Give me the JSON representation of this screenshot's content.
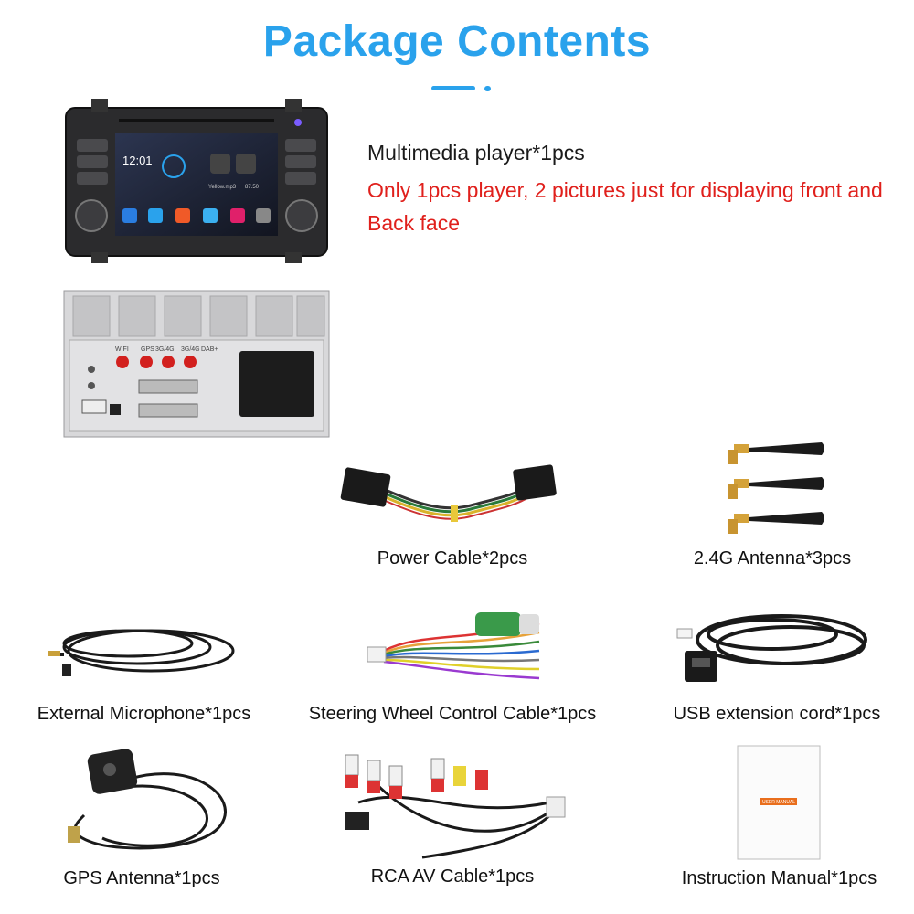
{
  "title": "Package Contents",
  "player": {
    "name": "Multimedia player*1pcs",
    "note": "Only 1pcs player, 2 pictures just for displaying front and Back face",
    "screen_time": "12:01",
    "screen_song": "Yellow.mp3",
    "screen_freq": "87.50"
  },
  "rear_panel_labels": [
    "WIFI",
    "GPS",
    "3G/4G",
    "3G/4G",
    "DAB+"
  ],
  "items": {
    "power_cable": "Power Cable*2pcs",
    "antenna": "2.4G Antenna*3pcs",
    "microphone": "External Microphone*1pcs",
    "steering": "Steering Wheel Control Cable*1pcs",
    "usb": "USB extension cord*1pcs",
    "gps": "GPS Antenna*1pcs",
    "rca": "RCA AV Cable*1pcs",
    "manual": "Instruction Manual*1pcs",
    "manual_cover_text": "USER MANUAL"
  },
  "colors": {
    "title_blue": "#2aa2ec",
    "note_red": "#e0201c"
  }
}
